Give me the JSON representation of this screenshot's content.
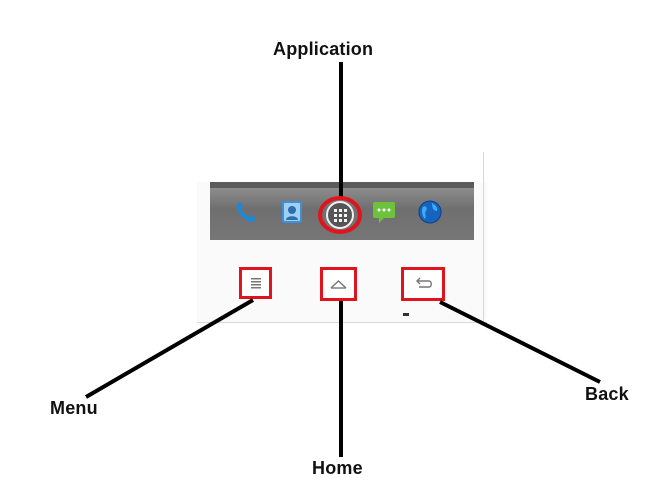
{
  "labels": {
    "application": "Application",
    "menu": "Menu",
    "home": "Home",
    "back": "Back"
  },
  "colors": {
    "highlight": "#e0141c",
    "pointer_lines": "#000000",
    "dock": "#7a7a7a"
  },
  "dock_icons": [
    "phone-icon",
    "contacts-icon",
    "app-drawer-icon",
    "messaging-icon",
    "browser-globe-icon"
  ],
  "nav_buttons": [
    "menu-button",
    "home-button",
    "back-button"
  ]
}
